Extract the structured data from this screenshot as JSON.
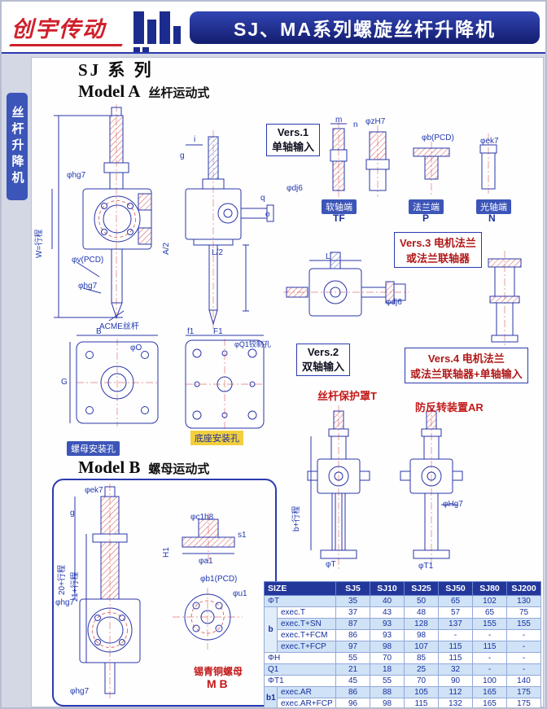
{
  "header": {
    "logo": "创宇传动",
    "title": "SJ、MA系列螺旋丝杆升降机"
  },
  "sidebar": {
    "label": "丝杆升降机"
  },
  "headings": {
    "series": "SJ 系 列",
    "model_a": "Model A",
    "model_a_desc": "丝杆运动式",
    "model_b": "Model B",
    "model_b_desc": "螺母运动式"
  },
  "versions": {
    "v1l1": "Vers.1",
    "v1l2": "单轴输入",
    "v2l1": "Vers.2",
    "v2l2": "双轴输入",
    "v3l1": "Vers.3 电机法兰",
    "v3l2": "或法兰联轴器",
    "v4l1": "Vers.4 电机法兰",
    "v4l2": "或法兰联轴器+单轴输入"
  },
  "shaft_ends": {
    "tf": "软轴端",
    "tf_code": "TF",
    "p": "法兰端",
    "p_code": "P",
    "n": "光轴端",
    "n_code": "N"
  },
  "callouts": {
    "protect": "丝杆保护罩T",
    "anti": "防反转装置AR",
    "nut_holes": "螺母安装孔",
    "base_holes": "底座安装孔",
    "bronze1": "锡青铜螺母",
    "bronze2": "M B",
    "acme": "ACME丝杆"
  },
  "dims": {
    "phihg7": "φhg7",
    "w_stroke": "W=行程",
    "phiv": "φv(PCD)",
    "phihg7b": "φhg7",
    "i": "i",
    "g": "g",
    "q": "q",
    "o": "o",
    "phidj6": "φdj6",
    "l2": "L/2",
    "a2": "A/2",
    "m": "m",
    "n": "n",
    "phizH7": "φzH7",
    "phib": "φb(PCD)",
    "phiek7": "φek7",
    "L": "L",
    "phidj6b": "φdj6",
    "B": "B",
    "G": "G",
    "phiO": "φO",
    "f1": "f1",
    "F1": "F1",
    "phiQ1": "φQ1铰制孔",
    "b_stroke": "b+行程",
    "phiHg7": "φHg7",
    "phiT": "φT",
    "phiT1": "φT1",
    "ek7": "φek7",
    "gb": "g",
    "s20": "20+行程",
    "z1": "z1+行程",
    "hg7m": "φhg7",
    "c1h8": "φc1h8",
    "s1": "s1",
    "H1": "H1",
    "a1": "φa1",
    "b1pcd": "φb1(PCD)",
    "u1": "φu1",
    "hg7b": "φhg7"
  },
  "table": {
    "header": [
      "SIZE",
      "SJ5",
      "SJ10",
      "SJ25",
      "SJ50",
      "SJ80",
      "SJ200"
    ],
    "rows": [
      {
        "label": "ΦT",
        "full": true,
        "values": [
          "35",
          "40",
          "50",
          "65",
          "102",
          "130"
        ]
      },
      {
        "group": "b",
        "span": 4,
        "label": "exec.T",
        "values": [
          "37",
          "43",
          "48",
          "57",
          "65",
          "75"
        ]
      },
      {
        "label": "exec.T+SN",
        "values": [
          "87",
          "93",
          "128",
          "137",
          "155",
          "155"
        ]
      },
      {
        "label": "exec.T+FCM",
        "values": [
          "86",
          "93",
          "98",
          "-",
          "-",
          "-"
        ]
      },
      {
        "label": "exec.T+FCP",
        "values": [
          "97",
          "98",
          "107",
          "115",
          "115",
          "-"
        ]
      },
      {
        "label": "ΦH",
        "full": true,
        "values": [
          "55",
          "70",
          "85",
          "115",
          "-",
          "-"
        ]
      },
      {
        "label": "Q1",
        "full": true,
        "values": [
          "21",
          "18",
          "25",
          "32",
          "-",
          "-"
        ]
      },
      {
        "label": "ΦT1",
        "full": true,
        "values": [
          "45",
          "55",
          "70",
          "90",
          "100",
          "140"
        ]
      },
      {
        "group": "b1",
        "span": 2,
        "label": "exec.AR",
        "values": [
          "86",
          "88",
          "105",
          "112",
          "165",
          "175"
        ]
      },
      {
        "label": "exec.AR+FCP",
        "values": [
          "96",
          "98",
          "115",
          "132",
          "165",
          "175"
        ]
      }
    ]
  }
}
